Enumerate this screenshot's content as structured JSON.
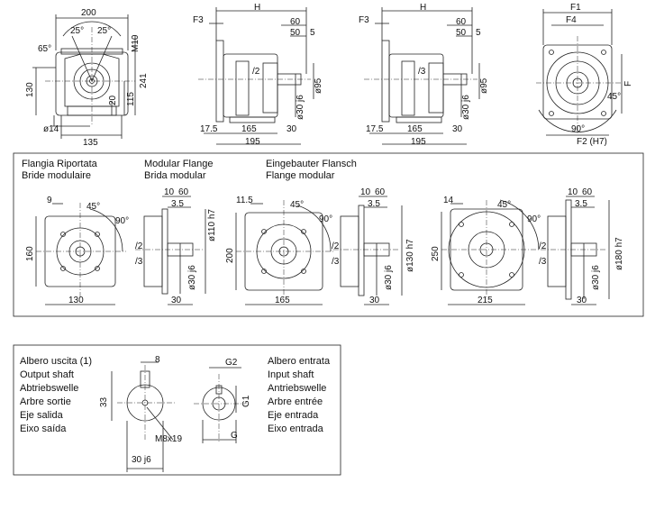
{
  "top": {
    "front": {
      "width": "200",
      "ang_left": "65°",
      "ang_a": "25°",
      "ang_b": "25°",
      "thread": "M10",
      "h130": "130",
      "h241": "241",
      "h115": "115",
      "h20": "20",
      "bore": "ø14",
      "base": "135"
    },
    "side1": {
      "F3": "F3",
      "H": "H",
      "d60": "60",
      "d50": "50",
      "d5": "5",
      "mark": "/2",
      "d95": "ø95",
      "d30": "ø30 j6",
      "d175": "17.5",
      "d165": "165",
      "d30b": "30",
      "d195": "195"
    },
    "side2": {
      "F3": "F3",
      "H": "H",
      "d60": "60",
      "d50": "50",
      "d5": "5",
      "mark": "/3",
      "d95": "ø95",
      "d30": "ø30 j6",
      "d175": "17.5",
      "d165": "165",
      "d30b": "30",
      "d195": "195"
    },
    "flange": {
      "F1": "F1",
      "F4": "F4",
      "F": "F",
      "a45": "45°",
      "a90": "90°",
      "F2": "F2 (H7)"
    }
  },
  "mid": {
    "title": [
      "Flangia Riportata",
      "Bride modulaire"
    ],
    "title2": [
      "Modular Flange",
      "Brida modular"
    ],
    "title3": [
      "Eingebauter Flansch",
      "Flange modular"
    ],
    "s1": {
      "d9": "9",
      "a45": "45°",
      "a90": "90°",
      "h160": "160",
      "w130": "130",
      "m2": "/2",
      "m3": "/3",
      "d10": "10",
      "d60": "60",
      "d35": "3.5",
      "d110": "ø110 h7",
      "d30": "ø30 j6",
      "d30b": "30"
    },
    "s2": {
      "d115": "11.5",
      "a45": "45°",
      "a90": "90°",
      "h200": "200",
      "w165": "165",
      "m2": "/2",
      "m3": "/3",
      "d10": "10",
      "d60": "60",
      "d35": "3.5",
      "d130": "ø130 h7",
      "d30": "ø30 j6",
      "d30b": "30"
    },
    "s3": {
      "d14": "14",
      "a45": "45°",
      "a90": "90°",
      "h250": "250",
      "w215": "215",
      "m2": "/2",
      "m3": "/3",
      "d10": "10",
      "d60": "60",
      "d35": "3.5",
      "d180": "ø180 h7",
      "d30": "ø30 j6",
      "d30b": "30"
    }
  },
  "bottom": {
    "out": [
      "Albero uscita (1)",
      "Output shaft",
      "Abtriebswelle",
      "Arbre sortie",
      "Eje salida",
      "Eixo saída"
    ],
    "in": [
      "Albero entrata",
      "Input shaft",
      "Antriebswelle",
      "Arbre entrée",
      "Eje entrada",
      "Eixo entrada"
    ],
    "d8": "8",
    "d33": "33",
    "m8": "M8x19",
    "d30j6": "30 j6",
    "G2": "G2",
    "G1": "G1",
    "G": "G"
  }
}
